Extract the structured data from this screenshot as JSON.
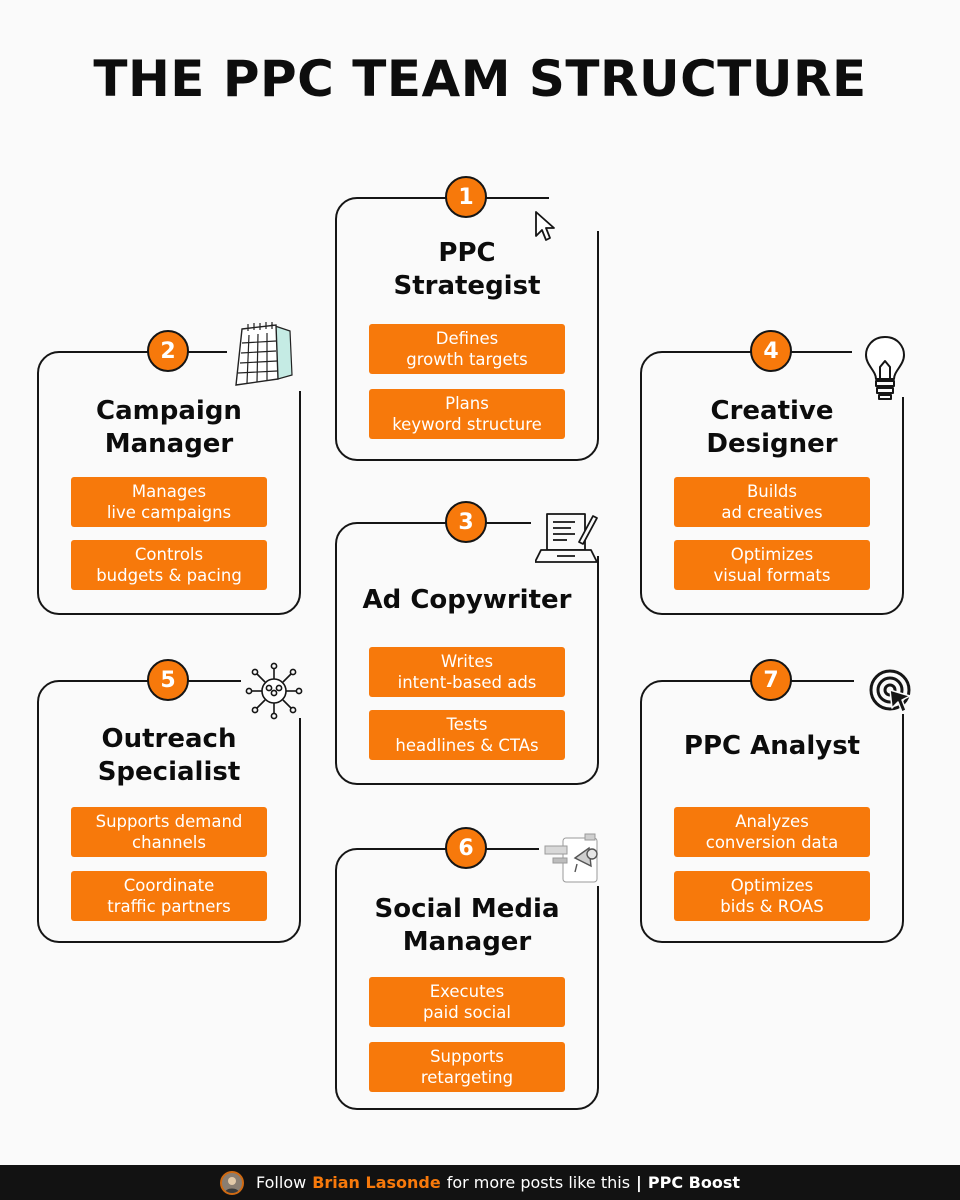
{
  "title": "THE PPC TEAM STRUCTURE",
  "accent_color": "#f7790b",
  "cards": [
    {
      "number": "1",
      "title_line1": "PPC",
      "title_line2": "Strategist",
      "icon": "cursor-icon",
      "tasks": [
        "Defines\ngrowth targets",
        "Plans\nkeyword structure"
      ]
    },
    {
      "number": "2",
      "title_line1": "Campaign",
      "title_line2": "Manager",
      "icon": "calendar-icon",
      "tasks": [
        "Manages\nlive campaigns",
        "Controls\nbudgets & pacing"
      ]
    },
    {
      "number": "3",
      "title_line1": "Ad Copywriter",
      "title_line2": "",
      "icon": "laptop-writing-icon",
      "tasks": [
        "Writes\nintent-based ads",
        "Tests\nheadlines & CTAs"
      ]
    },
    {
      "number": "4",
      "title_line1": "Creative",
      "title_line2": "Designer",
      "icon": "lightbulb-icon",
      "tasks": [
        "Builds\nad creatives",
        "Optimizes\nvisual formats"
      ]
    },
    {
      "number": "5",
      "title_line1": "Outreach",
      "title_line2": "Specialist",
      "icon": "network-people-icon",
      "tasks": [
        "Supports demand\nchannels",
        "Coordinate\ntraffic partners"
      ]
    },
    {
      "number": "6",
      "title_line1": "Social Media",
      "title_line2": "Manager",
      "icon": "social-post-icon",
      "tasks": [
        "Executes\npaid social",
        "Supports\nretargeting"
      ]
    },
    {
      "number": "7",
      "title_line1": "PPC Analyst",
      "title_line2": "",
      "icon": "target-icon",
      "tasks": [
        "Analyzes\nconversion data",
        "Optimizes\nbids & ROAS"
      ]
    }
  ],
  "footer": {
    "prefix": "Follow",
    "author": "Brian Lasonde",
    "middle": "for more posts like this",
    "separator": "|",
    "brand": "PPC Boost"
  }
}
